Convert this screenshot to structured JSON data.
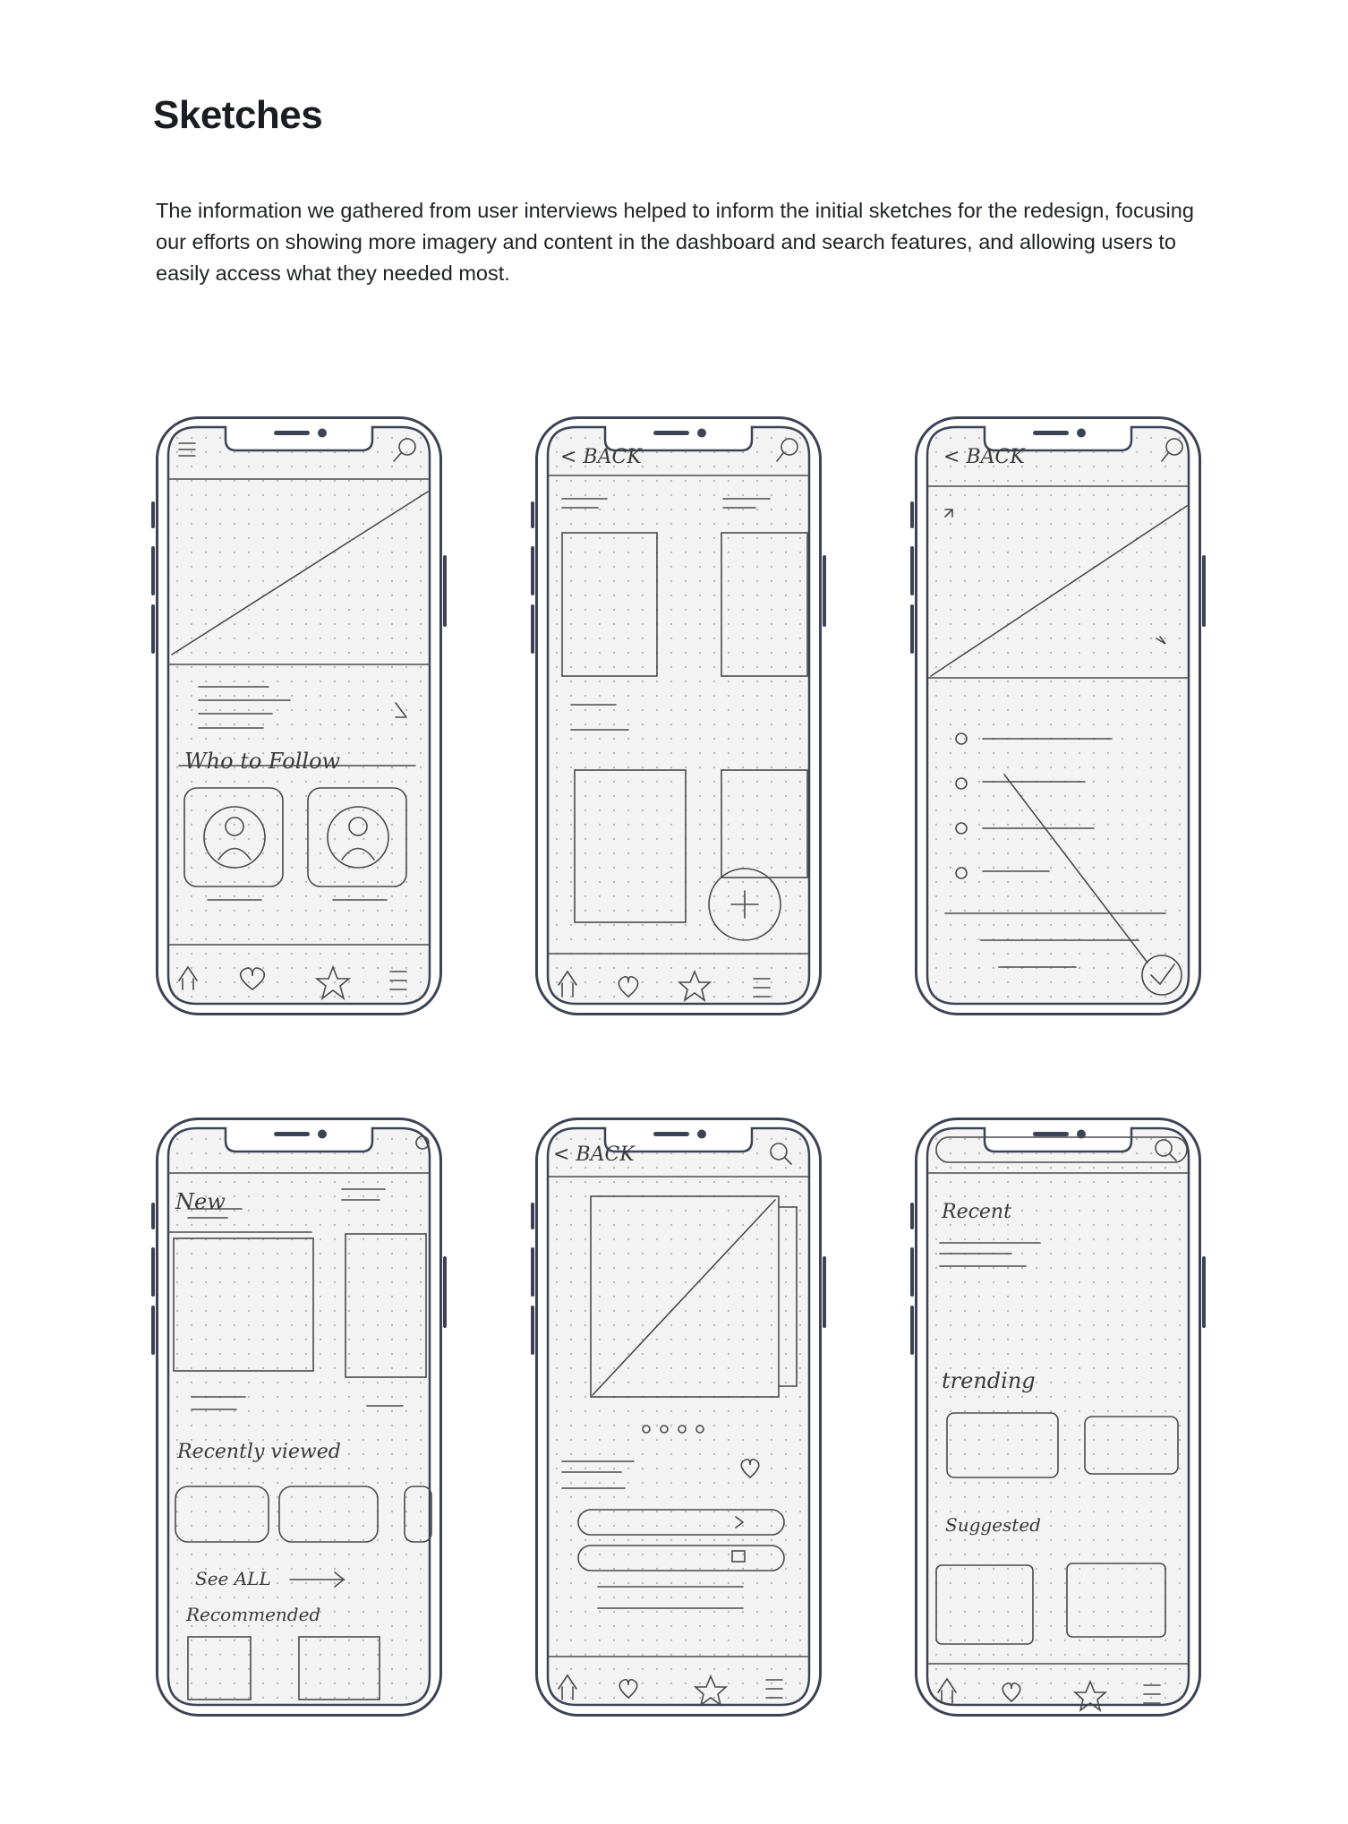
{
  "page": {
    "title": "Sketches",
    "intro": "The information we gathered from user interviews helped to inform the initial sketches for the redesign, focusing our efforts on showing more imagery and content in the dashboard and search features, and allowing users to easily access what they needed most."
  },
  "colors": {
    "phone_frame": "#3b4354",
    "sketch_ink": "#4a4a4a",
    "paper": "#f4f4f4"
  },
  "sketches": [
    {
      "name": "dashboard",
      "labels": [
        "Who to Follow"
      ]
    },
    {
      "name": "collection-grid",
      "labels": [
        "< BACK"
      ]
    },
    {
      "name": "item-detail-list",
      "labels": [
        "< BACK"
      ]
    },
    {
      "name": "explore",
      "labels": [
        "New",
        "Recently viewed",
        "See ALL",
        "Recommended"
      ]
    },
    {
      "name": "product-detail",
      "labels": [
        "< BACK"
      ]
    },
    {
      "name": "search",
      "labels": [
        "Recent",
        "trending",
        "Suggested"
      ]
    }
  ]
}
